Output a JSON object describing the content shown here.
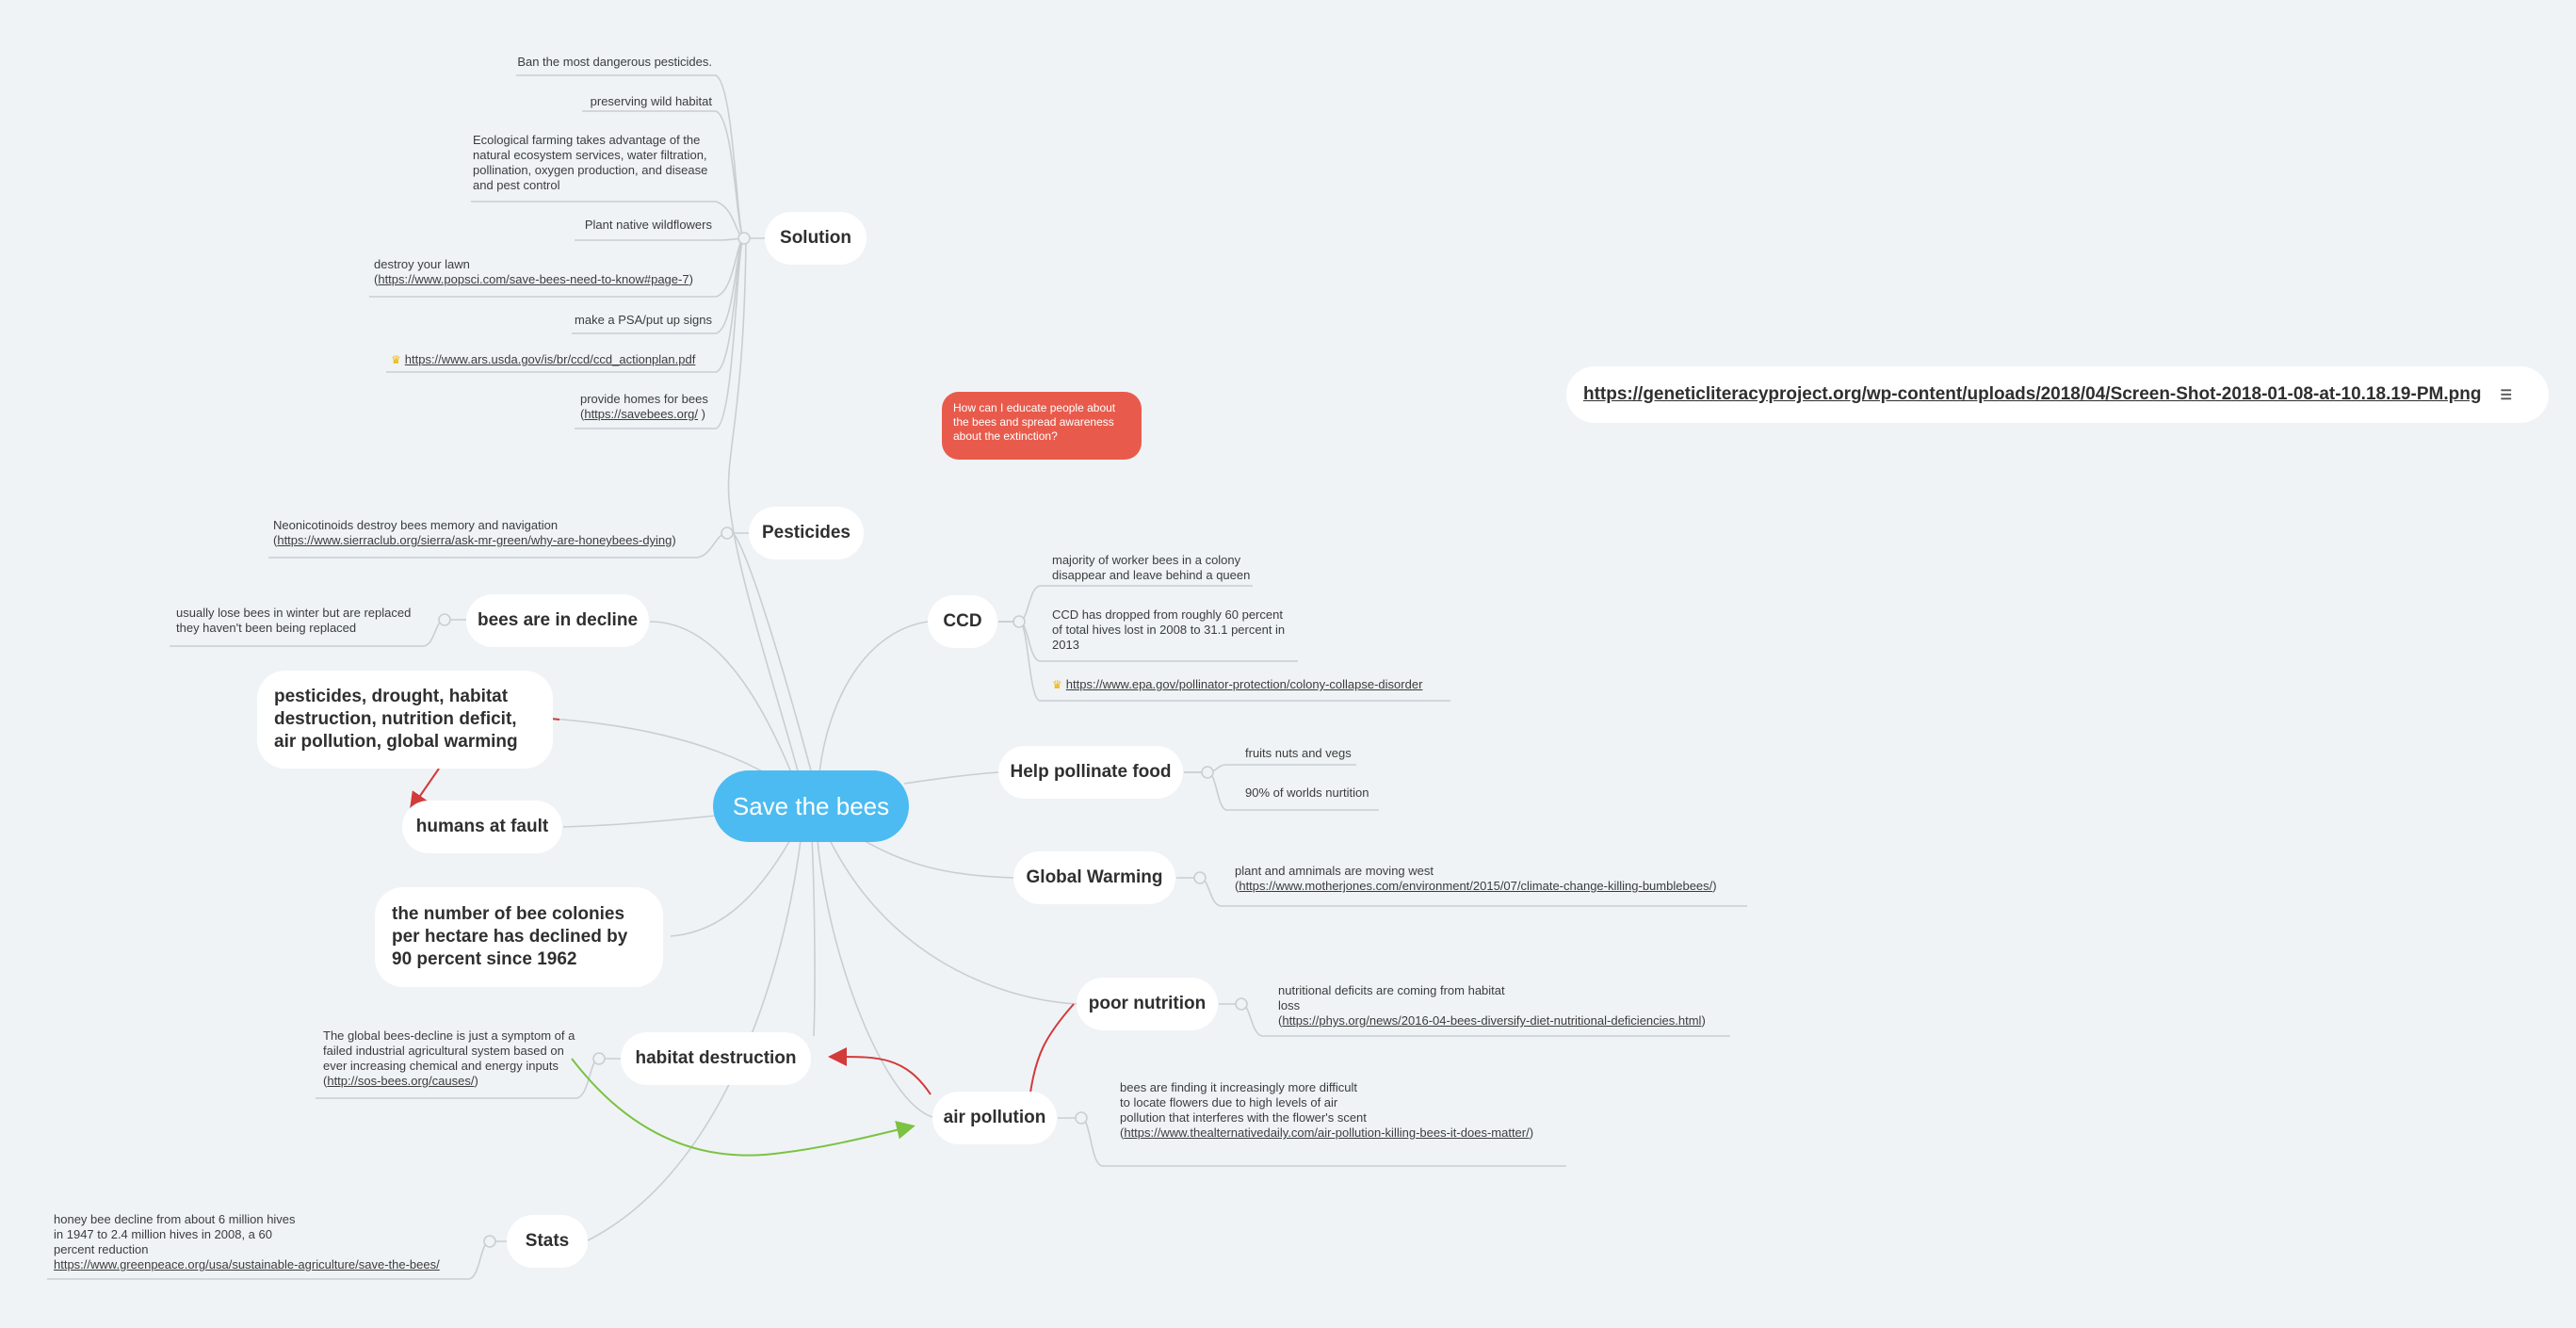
{
  "central": "Save the bees",
  "callout": "How can I educate people about the bees and spread awareness about the extinction?",
  "floating_link": "https://geneticliteracyproject.org/wp-content/uploads/2018/04/Screen-Shot-2018-01-08-at-10.18.19-PM.png",
  "floating_note_icon": "note-icon",
  "solution": {
    "title": "Solution",
    "items": {
      "ban": "Ban the most dangerous pesticides.",
      "wild": "preserving wild habitat",
      "eco": "Ecological farming takes advantage of the natural ecosystem services, water filtration, pollination, oxygen production, and disease and pest control",
      "plant": "Plant native wildflowers",
      "lawn_text": "destroy your lawn",
      "lawn_link": "https://www.popsci.com/save-bees-need-to-know#page-7",
      "psa": "make a PSA/put up signs",
      "usda_link": "https://www.ars.usda.gov/is/br/ccd/ccd_actionplan.pdf",
      "homes_text": "provide homes for bees",
      "homes_link": "https://savebees.org/"
    }
  },
  "pesticides": {
    "title": "Pesticides",
    "leaf_text": "Neonicotinoids destroy bees memory and navigation",
    "leaf_link": "https://www.sierraclub.org/sierra/ask-mr-green/why-are-honeybees-dying"
  },
  "decline": {
    "title": "bees are in decline",
    "leaf": "usually lose bees in winter but are replaced they haven't been being replaced"
  },
  "causes": {
    "title": "pesticides, drought, habitat destruction, nutrition deficit, air pollution, global warming"
  },
  "humans": {
    "title": "humans at fault"
  },
  "colonies": {
    "title": "the number of bee colonies per hectare has declined by 90 percent since 1962"
  },
  "habitat": {
    "title": "habitat destruction",
    "leaf_text": "The global bees-decline is just a symptom of a failed industrial agricultural system based on ever increasing chemical and energy inputs",
    "leaf_link": "http://sos-bees.org/causes/"
  },
  "stats": {
    "title": "Stats",
    "leaf_text": "honey bee decline from about 6 million hives in 1947 to 2.4 million hives in 2008, a 60 percent reduction",
    "leaf_link": "https://www.greenpeace.org/usa/sustainable-agriculture/save-the-bees/"
  },
  "ccd": {
    "title": "CCD",
    "leaf1": "majority of worker bees in a colony disappear and leave behind a queen",
    "leaf2": "CCD has dropped from roughly 60 percent of total hives lost in 2008 to 31.1 percent in 2013",
    "leaf3_link": "https://www.epa.gov/pollinator-protection/colony-collapse-disorder"
  },
  "pollinate": {
    "title": "Help pollinate food",
    "leaf1": "fruits nuts and vegs",
    "leaf2": "90% of worlds nurtition"
  },
  "warming": {
    "title": "Global Warming",
    "leaf_text": "plant and amnimals are moving west",
    "leaf_link": "https://www.motherjones.com/environment/2015/07/climate-change-killing-bumblebees/"
  },
  "nutrition": {
    "title": "poor nutrition",
    "leaf_text": "nutritional deficits are coming from habitat loss",
    "leaf_link": "https://phys.org/news/2016-04-bees-diversify-diet-nutritional-deficiencies.html"
  },
  "air": {
    "title": "air pollution",
    "leaf_text": "bees are finding it increasingly more difficult to locate flowers due to high levels of air pollution that interferes with the flower's scent",
    "leaf_link": "https://www.thealternativedaily.com/air-pollution-killing-bees-it-does-matter/"
  },
  "colors": {
    "central": "#4cbbf1",
    "background": "#eff3f6",
    "connector": "#c9ced3",
    "relation_red": "#d33a3a",
    "relation_green": "#7cc242",
    "callout": "#e85b4c"
  }
}
